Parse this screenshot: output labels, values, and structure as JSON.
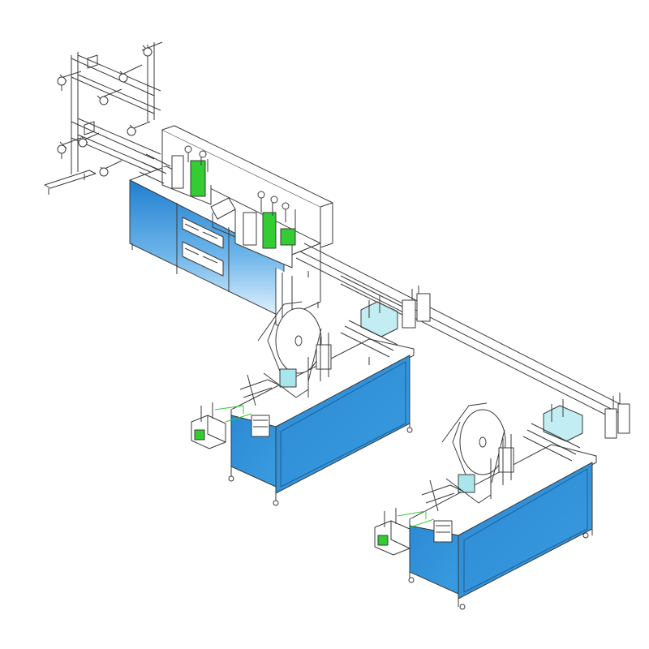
{
  "colors": {
    "line": "#3a3a3a",
    "panel_blue": "#2f8fd6",
    "panel_blue_light": "#8ec6ef",
    "accent_green": "#33cc33",
    "glass_cyan": "#a8e6ec",
    "frame_white": "#ffffff",
    "background": "#ffffff"
  },
  "machine": {
    "sections": [
      "unwind-rack",
      "main-forming-unit",
      "conveyor-track",
      "ear-loop-welding-machine-1",
      "ear-loop-welding-machine-2"
    ],
    "unwind_rolls_count": 8,
    "welder_count": 2
  }
}
